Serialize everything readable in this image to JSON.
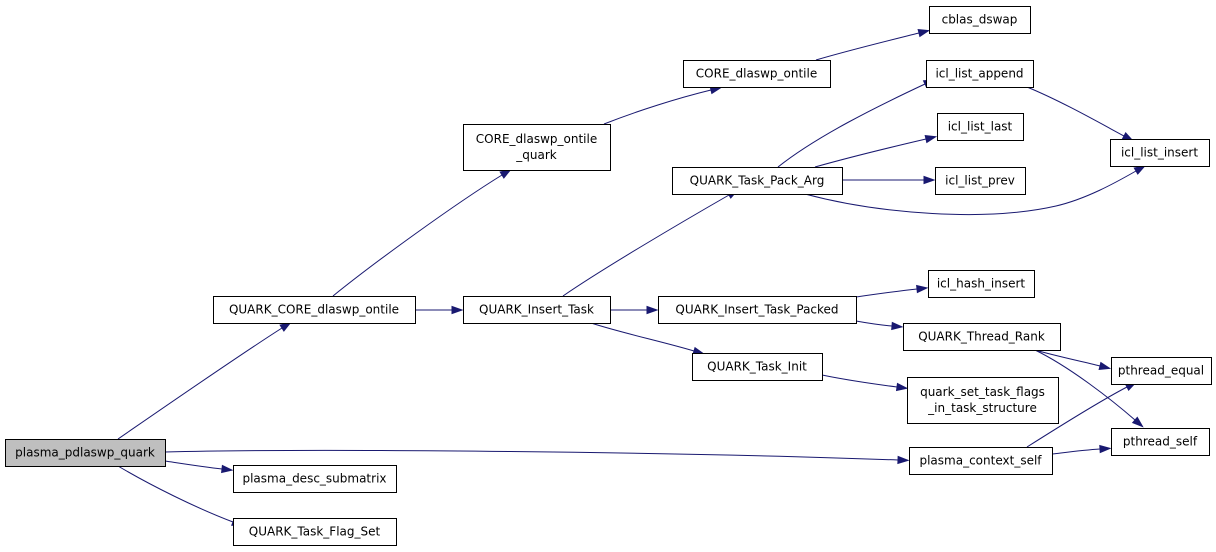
{
  "graph": {
    "nodes": {
      "plasma_pdlaswp_quark": [
        "plasma_pdlaswp_quark"
      ],
      "QUARK_CORE_dlaswp_ontile": [
        "QUARK_CORE_dlaswp_ontile"
      ],
      "plasma_desc_submatrix": [
        "plasma_desc_submatrix"
      ],
      "QUARK_Task_Flag_Set": [
        "QUARK_Task_Flag_Set"
      ],
      "plasma_context_self": [
        "plasma_context_self"
      ],
      "CORE_dlaswp_ontile_quark": [
        "CORE_dlaswp_ontile",
        "_quark"
      ],
      "QUARK_Insert_Task": [
        "QUARK_Insert_Task"
      ],
      "CORE_dlaswp_ontile": [
        "CORE_dlaswp_ontile"
      ],
      "QUARK_Task_Pack_Arg": [
        "QUARK_Task_Pack_Arg"
      ],
      "QUARK_Insert_Task_Packed": [
        "QUARK_Insert_Task_Packed"
      ],
      "QUARK_Task_Init": [
        "QUARK_Task_Init"
      ],
      "cblas_dswap": [
        "cblas_dswap"
      ],
      "icl_list_append": [
        "icl_list_append"
      ],
      "icl_list_last": [
        "icl_list_last"
      ],
      "icl_list_prev": [
        "icl_list_prev"
      ],
      "icl_hash_insert": [
        "icl_hash_insert"
      ],
      "QUARK_Thread_Rank": [
        "QUARK_Thread_Rank"
      ],
      "quark_set_task_flags_in_task_structure": [
        "quark_set_task_flags",
        "_in_task_structure"
      ],
      "icl_list_insert": [
        "icl_list_insert"
      ],
      "pthread_equal": [
        "pthread_equal"
      ],
      "pthread_self": [
        "pthread_self"
      ]
    },
    "edges": [
      [
        "plasma_pdlaswp_quark",
        "QUARK_CORE_dlaswp_ontile"
      ],
      [
        "plasma_pdlaswp_quark",
        "plasma_desc_submatrix"
      ],
      [
        "plasma_pdlaswp_quark",
        "QUARK_Task_Flag_Set"
      ],
      [
        "plasma_pdlaswp_quark",
        "plasma_context_self"
      ],
      [
        "QUARK_CORE_dlaswp_ontile",
        "CORE_dlaswp_ontile_quark"
      ],
      [
        "QUARK_CORE_dlaswp_ontile",
        "QUARK_Insert_Task"
      ],
      [
        "CORE_dlaswp_ontile_quark",
        "CORE_dlaswp_ontile"
      ],
      [
        "CORE_dlaswp_ontile",
        "cblas_dswap"
      ],
      [
        "QUARK_Insert_Task",
        "QUARK_Task_Pack_Arg"
      ],
      [
        "QUARK_Insert_Task",
        "QUARK_Insert_Task_Packed"
      ],
      [
        "QUARK_Insert_Task",
        "QUARK_Task_Init"
      ],
      [
        "QUARK_Task_Pack_Arg",
        "icl_list_append"
      ],
      [
        "QUARK_Task_Pack_Arg",
        "icl_list_last"
      ],
      [
        "QUARK_Task_Pack_Arg",
        "icl_list_prev"
      ],
      [
        "QUARK_Task_Pack_Arg",
        "icl_list_insert"
      ],
      [
        "icl_list_append",
        "icl_list_insert"
      ],
      [
        "QUARK_Insert_Task_Packed",
        "icl_hash_insert"
      ],
      [
        "QUARK_Insert_Task_Packed",
        "QUARK_Thread_Rank"
      ],
      [
        "QUARK_Task_Init",
        "quark_set_task_flags_in_task_structure"
      ],
      [
        "QUARK_Thread_Rank",
        "pthread_equal"
      ],
      [
        "QUARK_Thread_Rank",
        "pthread_self"
      ],
      [
        "plasma_context_self",
        "pthread_equal"
      ],
      [
        "plasma_context_self",
        "pthread_self"
      ]
    ]
  }
}
